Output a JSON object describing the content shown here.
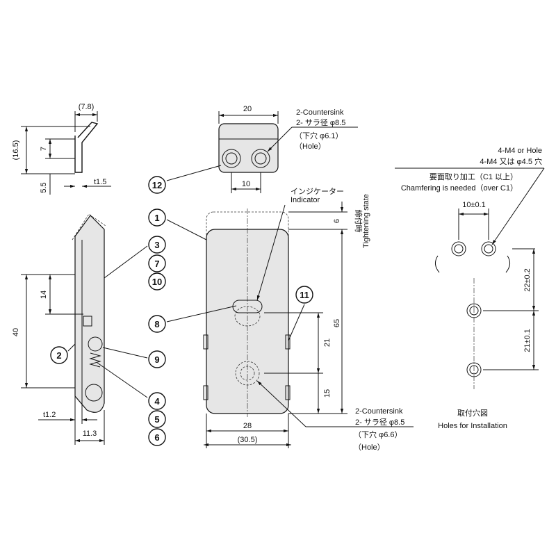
{
  "side_profile": {
    "width": "(7.8)",
    "height": "(16.5)",
    "offset": "7",
    "bottom": "5.5",
    "thickness": "t1.5"
  },
  "top_view": {
    "width": "20",
    "hole_pitch": "10",
    "note": [
      "2-Countersink",
      "2- サラ径 φ8.5",
      "（下穴 φ6.1）",
      "（Hole）"
    ]
  },
  "balloons": [
    "1",
    "2",
    "3",
    "4",
    "5",
    "6",
    "7",
    "8",
    "9",
    "10",
    "11",
    "12"
  ],
  "side_view": {
    "height": "40",
    "offset": "14",
    "thickness": "t1.2",
    "depth": "11.3"
  },
  "front_view": {
    "indicator_jp": "インジケーター",
    "indicator_en": "Indicator",
    "tighten_jp": "締付時",
    "tighten_en": "Tightening state",
    "dim_6": "6",
    "dim_65": "65",
    "dim_21": "21",
    "dim_15": "15",
    "width": "28",
    "overall_width": "(30.5)",
    "note": [
      "2-Countersink",
      "2- サラ径 φ8.5",
      "（下穴 φ6.6）",
      "（Hole）"
    ]
  },
  "install": {
    "note": [
      "4-M4 or Hole",
      "4-M4 又は φ4.5 穴",
      "要面取り加工（C1 以上）",
      "Chamfering is needed（over C1）"
    ],
    "pitch": "10±0.1",
    "v1": "22±0.2",
    "v2": "21±0.1",
    "title_jp": "取付穴図",
    "title_en": "Holes for Installation"
  }
}
